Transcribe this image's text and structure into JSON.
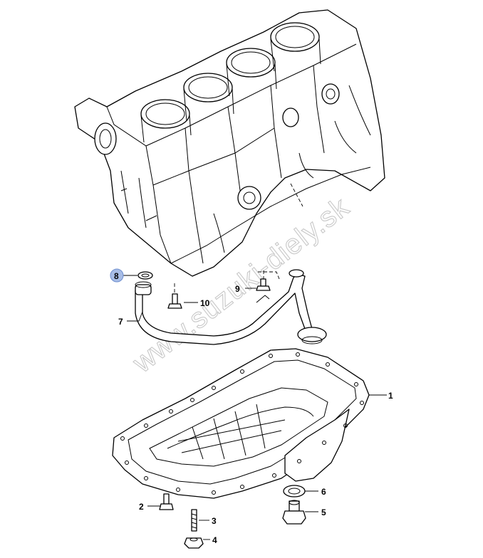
{
  "watermark": "www.suzuki-diely.sk",
  "highlight_color": "#a8bde6",
  "callouts": {
    "c1": "1",
    "c2": "2",
    "c3": "3",
    "c4": "4",
    "c5": "5",
    "c6": "6",
    "c7": "7",
    "c8": "8",
    "c9": "9",
    "c10": "10"
  },
  "highlighted_callout": "8"
}
